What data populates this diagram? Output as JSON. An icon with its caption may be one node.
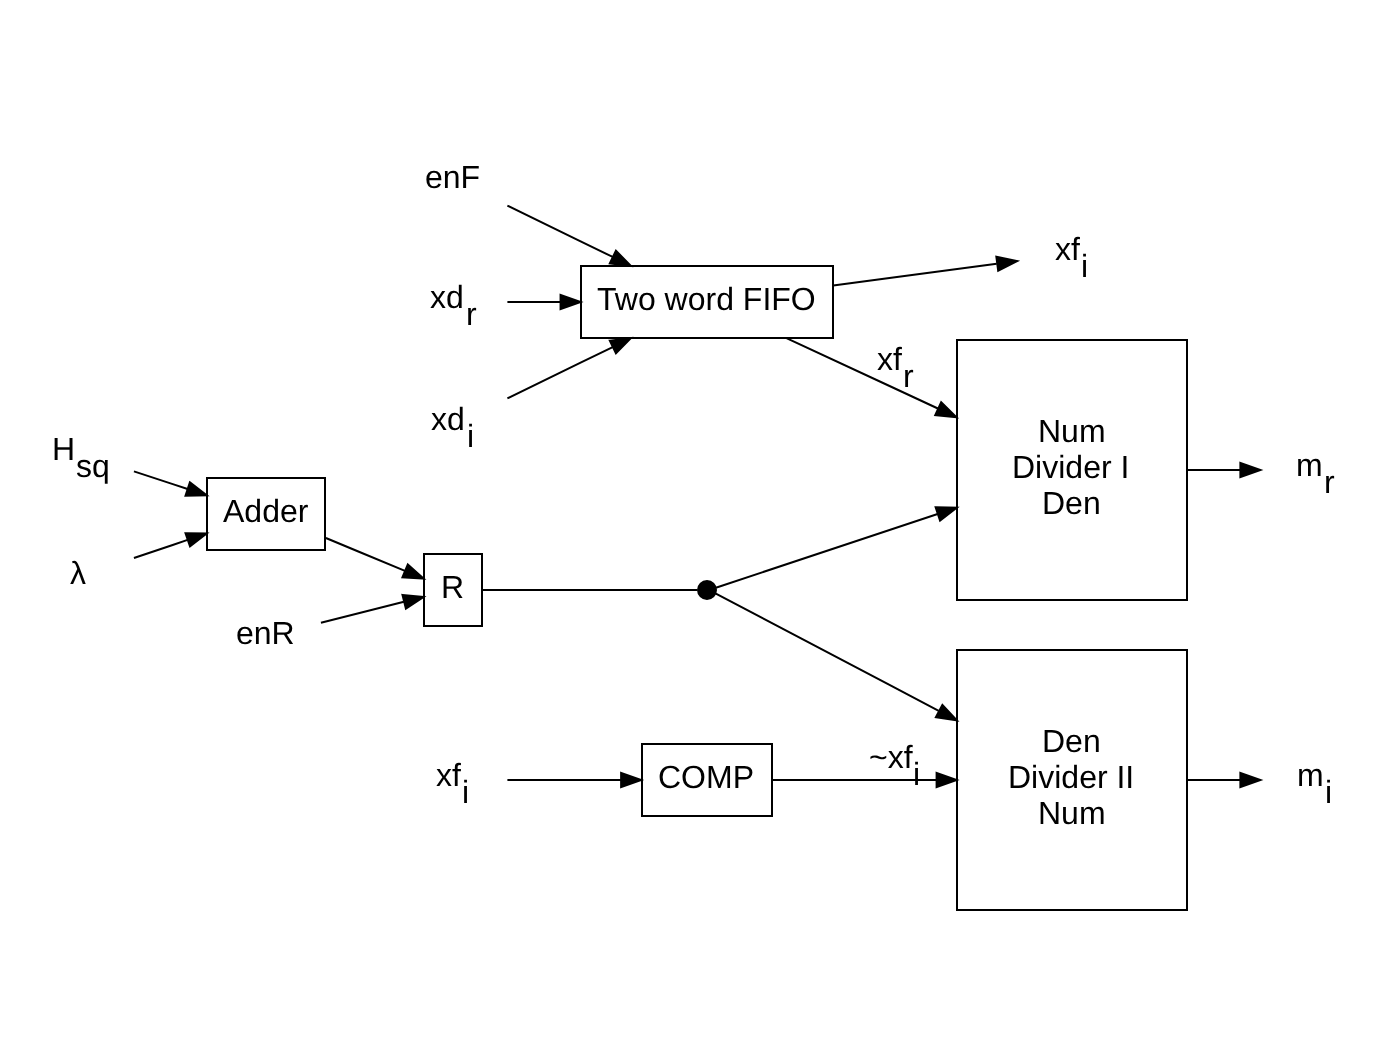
{
  "diagram": {
    "nodes": [
      {
        "text": [
          "enF"
        ]
      },
      {
        "text": [
          "xd$_{r}$"
        ]
      },
      {
        "text": [
          "xd$_{i}$"
        ]
      },
      {
        "text": [
          "Two word FIFO"
        ]
      },
      {
        "text": [
          "xf$_{i}$"
        ]
      },
      {
        "text": [
          "Num",
          "Divider I",
          "Den"
        ]
      },
      {
        "text": [
          "m$_{r}$"
        ]
      },
      {
        "text": [
          "H$_{sq}$"
        ]
      },
      {
        "text": [
          "λ"
        ]
      },
      {
        "text": [
          "Adder"
        ]
      },
      {
        "text": [
          "R"
        ]
      },
      {
        "text": [
          "enR"
        ]
      },
      {
        "text": [],
        "shape": "circle"
      },
      {
        "text": [
          "Den",
          "Divider II",
          "Num"
        ]
      },
      {
        "text": [
          "m$_{i}$"
        ]
      },
      {
        "text": [
          "xf$_{i}$"
        ]
      },
      {
        "text": [
          "COMP"
        ]
      }
    ],
    "edges": [
      {
        "from": 0,
        "to": 3,
        "arrow": "to"
      },
      {
        "from": 1,
        "to": 3,
        "arrow": "to"
      },
      {
        "from": 2,
        "to": 3,
        "arrow": "to"
      },
      {
        "from": 3,
        "to": 4,
        "arrow": "to"
      },
      {
        "from": 3,
        "to": 5,
        "arrow": "to",
        "label": "xf$_{r}$"
      },
      {
        "from": 5,
        "to": 6,
        "arrow": "to"
      },
      {
        "from": 7,
        "to": 9,
        "arrow": "to"
      },
      {
        "from": 8,
        "to": 9,
        "arrow": "to"
      },
      {
        "from": 9,
        "to": 10,
        "arrow": "to"
      },
      {
        "from": 11,
        "to": 10,
        "arrow": "to"
      },
      {
        "from": 10,
        "to": 12,
        "arrow": "none"
      },
      {
        "from": 12,
        "to": 5,
        "arrow": "to"
      },
      {
        "from": 12,
        "to": 13,
        "arrow": "to"
      },
      {
        "from": 13,
        "to": 14,
        "arrow": "to"
      },
      {
        "from": 15,
        "to": 16,
        "arrow": "to"
      },
      {
        "from": 16,
        "to": 13,
        "arrow": "to",
        "label": "~xf$_{i}$"
      }
    ]
  }
}
